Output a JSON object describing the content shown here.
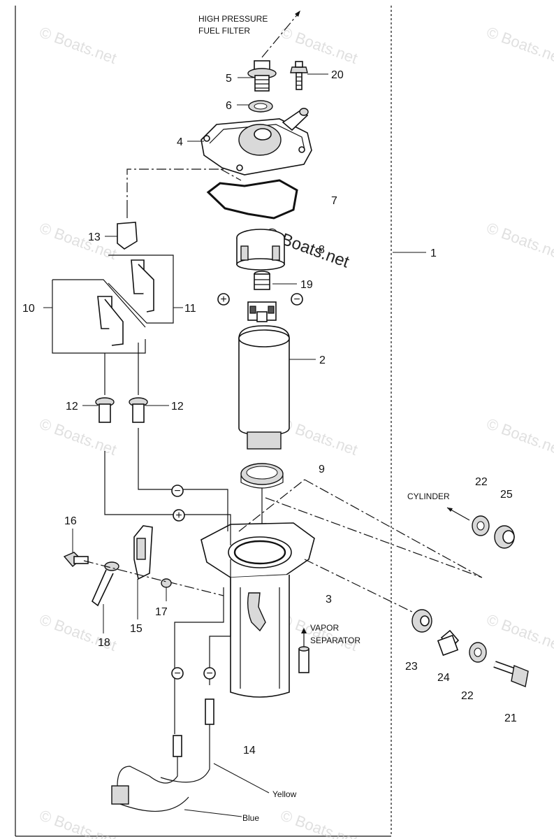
{
  "watermark": "© Boats.net",
  "callouts": {
    "n1": "1",
    "n2": "2",
    "n3": "3",
    "n4": "4",
    "n5": "5",
    "n6": "6",
    "n7": "7",
    "n8": "8",
    "n9": "9",
    "n10": "10",
    "n11": "11",
    "n12a": "12",
    "n12b": "12",
    "n13": "13",
    "n14": "14",
    "n15": "15",
    "n16": "16",
    "n17": "17",
    "n18": "18",
    "n19": "19",
    "n20": "20",
    "n21": "21",
    "n22a": "22",
    "n22b": "22",
    "n23": "23",
    "n24": "24",
    "n25": "25"
  },
  "labels": {
    "high_pressure_1": "HIGH PRESSURE",
    "high_pressure_2": "FUEL  FILTER",
    "cylinder": "CYLINDER",
    "vapor_1": "VAPOR",
    "vapor_2": "SEPARATOR",
    "yellow": "Yellow",
    "blue": "Blue"
  },
  "polarity": {
    "plus_top": "+",
    "minus_top": "−",
    "minus_mid": "−",
    "plus_mid": "+",
    "minus_low1": "−",
    "minus_low2": "−"
  },
  "icons": {
    "arrow": "arrow-icon",
    "terminal": "terminal-circle-icon"
  }
}
